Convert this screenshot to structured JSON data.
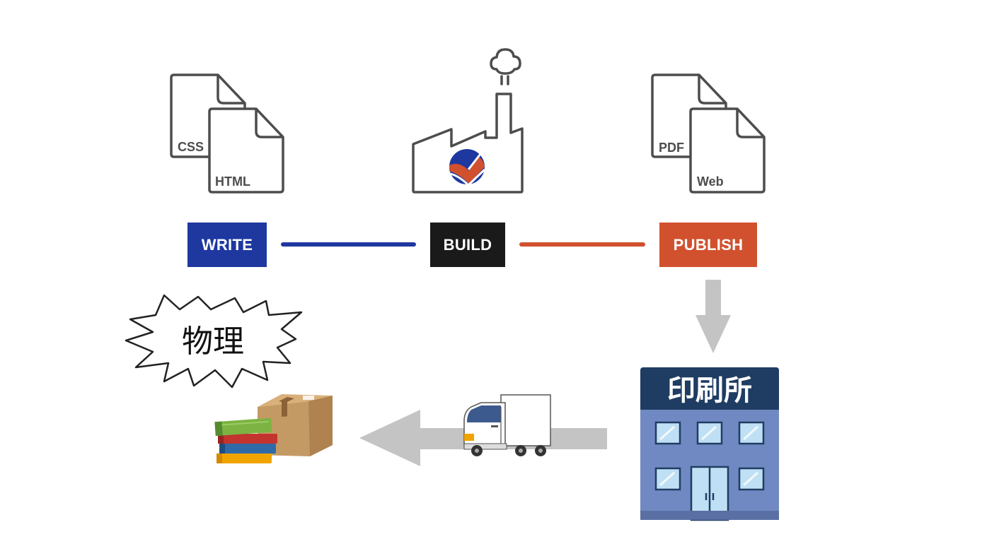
{
  "write": {
    "label": "WRITE",
    "color": "#1e38a0",
    "files": {
      "back": "CSS",
      "front": "HTML"
    },
    "file_icon": "source-files-icon"
  },
  "build": {
    "label": "BUILD",
    "color": "#1a1a1a",
    "factory_icon": "factory-icon",
    "logo_icon": "vivliostyle-logo-icon"
  },
  "publish": {
    "label": "PUBLISH",
    "color": "#d1512e",
    "files": {
      "back": "PDF",
      "front": "Web"
    },
    "file_icon": "output-files-icon"
  },
  "connectors": {
    "write_build_color": "#1e38a0",
    "build_publish_color": "#d1512e"
  },
  "physical": {
    "burst_text": "物理",
    "books_icon": "books-icon",
    "box_icon": "cardboard-box-icon"
  },
  "delivery": {
    "truck_icon": "delivery-truck-icon",
    "arrow_color": "#c4c4c4"
  },
  "printer": {
    "sign_text": "印刷所",
    "building_icon": "print-shop-building-icon"
  }
}
